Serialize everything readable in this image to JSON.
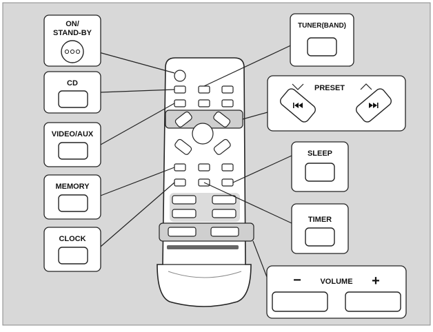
{
  "figure": {
    "background": "#d8d8d8",
    "panel_color": "#ffffff",
    "line_color": "#222222"
  },
  "labels": {
    "on_standby": [
      "ON/",
      "STAND-BY"
    ],
    "cd": "CD",
    "video_aux": "VIDEO/AUX",
    "memory": "MEMORY",
    "clock": "CLOCK",
    "tuner_band": "TUNER(BAND)",
    "preset": "PRESET",
    "sleep": "SLEEP",
    "timer": "TIMER",
    "volume": "VOLUME",
    "volume_minus": "−",
    "volume_plus": "+"
  },
  "icons": {
    "power": "power-dots-icon",
    "preset_down": "skip-back-icon",
    "preset_up": "skip-forward-icon",
    "preset_marks": "chevron-icons"
  }
}
